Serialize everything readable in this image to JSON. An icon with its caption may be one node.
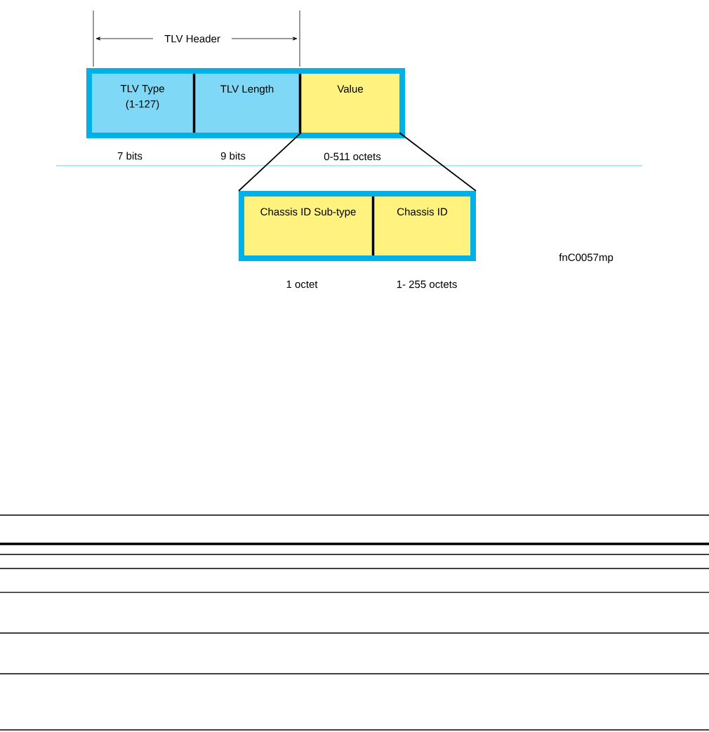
{
  "diagram": {
    "nodes": [
      {
        "text": [],
        "shape": "box"
      },
      {
        "text": [
          "TLV Type",
          "(1-127)"
        ],
        "in": 0,
        "beside": [
          "7 bits"
        ]
      },
      {
        "text": [
          "TLV Length"
        ],
        "in": 0,
        "beside": [
          "9 bits"
        ]
      },
      {
        "text": [
          "Value"
        ],
        "in": 0,
        "beside": [
          "0-511 octets"
        ]
      },
      {
        "text": [],
        "shape": "box"
      },
      {
        "text": [
          "Chassis ID Sub-type"
        ],
        "in": 4,
        "beside": [
          "1 octet"
        ]
      },
      {
        "text": [
          "Chassis ID"
        ],
        "in": 4,
        "beside": [
          "1- 255 octets"
        ]
      }
    ],
    "edges": [
      {
        "from": 3,
        "to": 4,
        "arrow": "none"
      },
      {
        "from": 3,
        "to": 4,
        "arrow": "none"
      }
    ],
    "labels": [
      "TLV Header",
      "fnC0057mp"
    ]
  }
}
